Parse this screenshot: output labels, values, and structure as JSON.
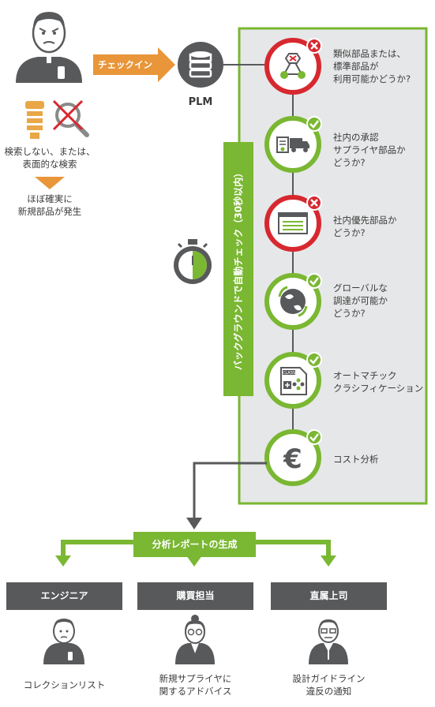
{
  "checkin": {
    "arrow_label": "チェックイン",
    "plm_label": "PLM"
  },
  "left": {
    "search_text": "検索しない、または、\n表面的な検索",
    "result_text": "ほぼ確実に\n新規部品が発生"
  },
  "vertical_banner": "バックグラウンドで自動チェック（30秒以内）",
  "checks": [
    {
      "label": "類似部品または、\n標準部品が\n利用可能かどうか?",
      "status": "fail",
      "icon": "molecule-icon"
    },
    {
      "label": "社内の承認\nサプライヤ部品か\nどうか?",
      "status": "pass",
      "icon": "truck-certificate-icon"
    },
    {
      "label": "社内優先部品か\nどうか?",
      "status": "fail",
      "icon": "browser-window-icon"
    },
    {
      "label": "グローバルな\n調達が可能か\nどうか?",
      "status": "pass",
      "icon": "globe-icon"
    },
    {
      "label": "オートマチック\nクラシフィケーション",
      "status": "pass",
      "icon": "class-document-icon"
    },
    {
      "label": "コスト分析",
      "status": "pass",
      "icon": "euro-icon"
    }
  ],
  "report": {
    "label": "分析レポートの生成"
  },
  "roles": [
    {
      "title": "エンジニア",
      "description": "コレクションリスト"
    },
    {
      "title": "購買担当",
      "description": "新規サプライヤに\n関するアドバイス"
    },
    {
      "title": "直属上司",
      "description": "設計ガイドライン\n違反の通知"
    }
  ],
  "colors": {
    "green": "#7ab732",
    "red": "#d7282f",
    "orange": "#e9963a",
    "dark": "#58595b",
    "panel": "#e6e7e8"
  }
}
